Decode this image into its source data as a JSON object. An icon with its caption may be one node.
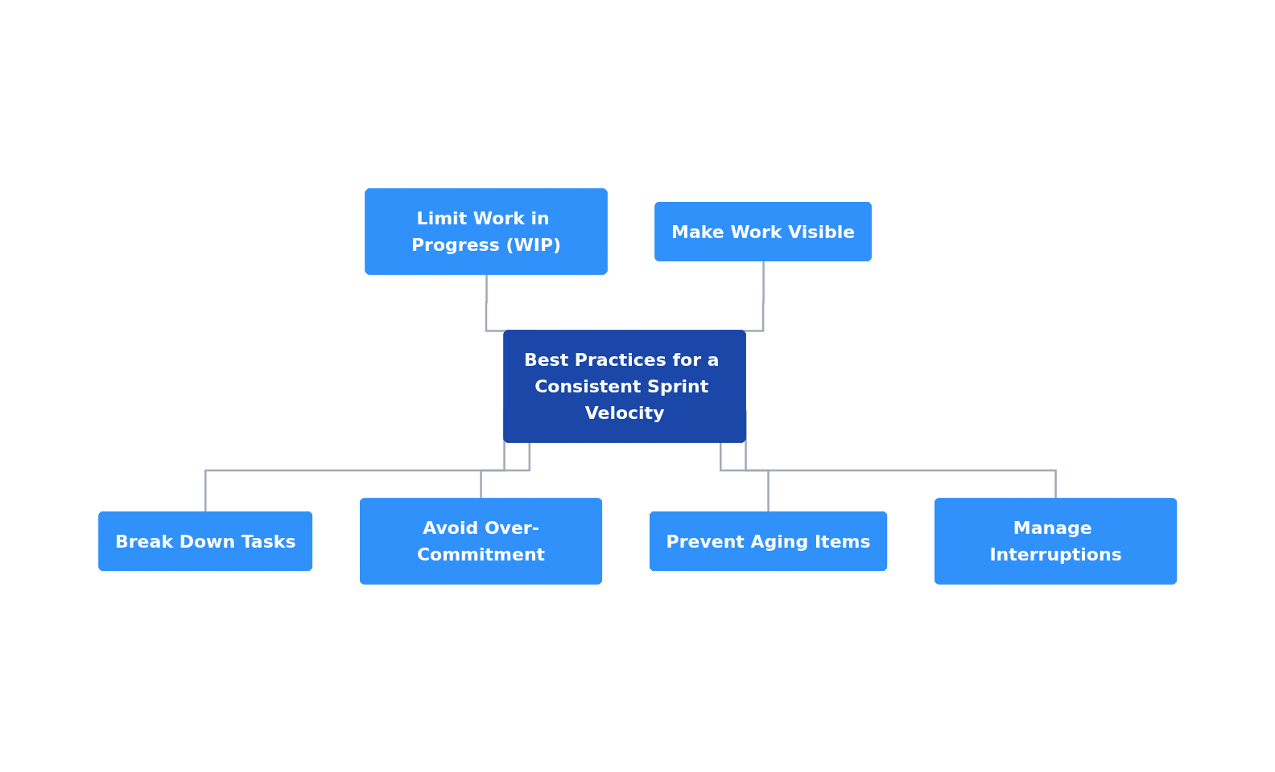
{
  "diagram": {
    "nodes": [
      {
        "text": [
          "Limit Work in Progress (WIP)"
        ]
      },
      {
        "text": [
          "Make Work Visible"
        ]
      },
      {
        "text": [
          "Break Down Tasks"
        ]
      },
      {
        "text": [
          "Best Practices for a Consistent Sprint Velocity"
        ]
      },
      {
        "text": [
          "Avoid Over-Commitment"
        ]
      },
      {
        "text": [
          "Prevent Aging Items"
        ]
      },
      {
        "text": [
          "Manage Interruptions"
        ]
      }
    ],
    "edges": [
      {
        "from": 0,
        "to": 3,
        "arrow": "none"
      },
      {
        "from": 1,
        "to": 3,
        "arrow": "none"
      },
      {
        "from": 3,
        "to": 2,
        "arrow": "none"
      },
      {
        "from": 3,
        "to": 4,
        "arrow": "none"
      },
      {
        "from": 3,
        "to": 5,
        "arrow": "none"
      },
      {
        "from": 3,
        "to": 6,
        "arrow": "none"
      }
    ]
  }
}
